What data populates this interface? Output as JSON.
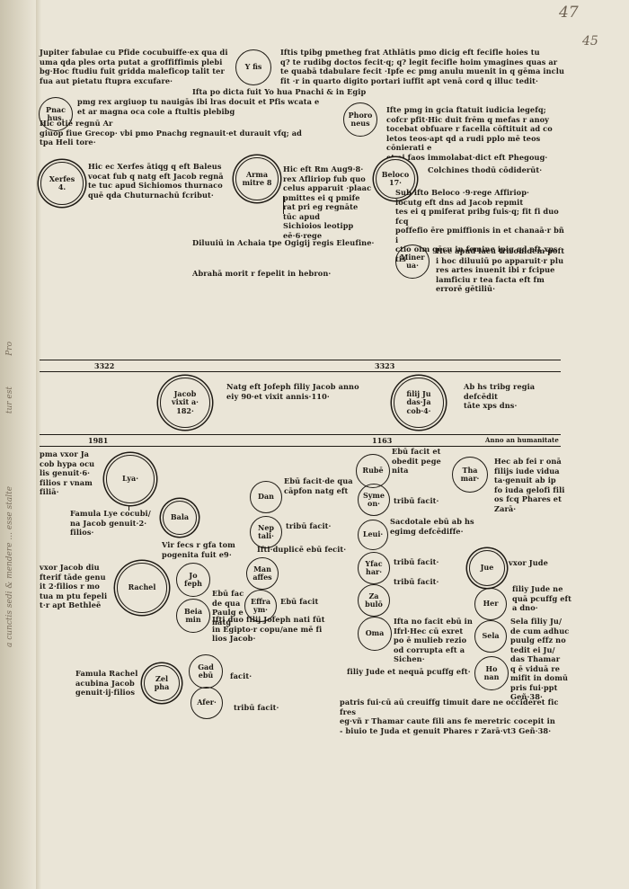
{
  "folio": {
    "manuscript_a": "47",
    "manuscript_b": "45"
  },
  "margin_notes": [
    "Pro",
    "tur est",
    "a cunctis sedi & mendere ... esse stalte"
  ],
  "top": {
    "p1": "Jupiter fabulae cu Pfide cocubuiffe·ex qua di\numa qda ples orta putat a groffiffimis plebi\nbg·Hoc ftudiu fuit gridda maleficop talit ter\nfua aut pietatu ftupra excufare·",
    "p1b": "Ifta po dicta fuit Yo hua Pnachi & in Egip",
    "c_ysis": "Y fis",
    "p2": "Iftis tpibg pmetheg frat Athlātis pmo dicig eft fecifle hoies tu\nq? te rudibg doctos fecit·q; q? legit fecifle hoim ymagines quas ar\nte quabā tdabulare fecit ·Ipfe ec pmg anulu muenit in q gēma inclu\nfit ·r in quarto digito portari iuffit apt venā cord q illuc tedit·",
    "c_pnachus": "Pnac\nhus.",
    "p3": "pmg rex argiuop tu nauigās ibi lras docuit et Pfis wcata e\net ar magna oca cole a ftultis plebibg",
    "p4": "Hic otiē regnū Ar\ngiuop fiue Grecop· vbi pmo Pnachg regnauit·et durauit vfq; ad\ntpa Heli tore·",
    "c_phoroneus": "Phoro\nneus",
    "p5": "Ifte pmg in gcia ftatuit iudicia legefq;\ncofcr pfit·Hic duit frēm q mefas r anoy\ntocebat obfuare r facella cōftituit ad co\nletos teos·apt qd a rudi pplo mē teos cōnierati e\net ei faos immolabat·dict eft Phegoug·",
    "c_xerxes": "Xerfes\n4.",
    "p6": "Hic ec Xerfes ātiqg q eft Baleus\nvocat fub q natg eft Jacob regnā\nte tuc apud Sichiomos thurnaco\nquē qda Chuturnachū fcribut·",
    "c_armamitre": "Arma\nmitre 8",
    "p7": "Hic eft Rm Aug9·8·\nrex Afliriop fub quo\ncelus apparuit ·plaac\npmittes ei q pmife\nrat pri eg regnāte tūc apud\nSichioios leotipp eē·6·rege",
    "c_belocus": "Beloco\n17·",
    "p8": "Colchines thodū cōdiderūt·",
    "p9": "Sub ifto Beloco ·9·rege Affiriop·\nlocutg eft dns ad Jacob repmit\ntes ei q pmiferat pribg fuis·q; fit fi duo fcq\npoffefio ēre pmiffionis in et chanaā·r bñ i\nctio oim gēcu in femine ipig qd eft xps tis",
    "p10": "Diluuiū in Achaia tpe Ogigij regis Eleufine·",
    "c_minerua": "Miner\nua·",
    "p11": "Hec apud lacū triconidem poft\ni hoc diluuiū po apparuit·r plu\nres artes inuenit ibi r fcipue\nlamficiu r tea facta eft fm errorē gētiliū·",
    "p12": "Abrahā morit r fepelit in hebron·"
  },
  "middle": {
    "num_left": "3322",
    "num_right": "3323",
    "c_jacob": "Jacob\nvixit a·\n182·",
    "p13": "Natg eft Jofeph filiy Jacob anno\neiy 90·et vixit annis·110·",
    "c_filiijudas": "filij Ju\ndas·Ja\ncob·4·",
    "p14": "Ab hs tribg regia defcēdit\ntāte xps dns·",
    "num_left2": "1981",
    "num_right2": "1163",
    "anno": "Anno an humanitate"
  },
  "bottom": {
    "p15": "pma vxor Ja\ncob hypa ocu\nlis genuit·6·\nfilios r vnam\nfiliā·",
    "c_lya": "Lya·",
    "c_ruben": "Rubē",
    "p16": "Ebū facit et\nobedit pege\nnita",
    "c_thamar": "Tha\nmar·",
    "p17": "Hec ab fei r onā\nfilijs iude vidua\nta·genuit ab ip\nfo iuda gelofi fili\nos fcq Phares et\nZarā·",
    "c_dan": "Dan",
    "p18": "Ebū facit·de qua\ncāpfon natg eft",
    "c_symeon": "Syme\non·",
    "p19": "tribū facit·",
    "p20": "Famula Lye cocubi/\nna Jacob genuit·2·\nfilios·",
    "c_bala": "Bala",
    "c_neptali": "Nep\ntali·",
    "p21": "tribū facit·",
    "c_leui": "Leui·",
    "p22": "Sacdotale ebū ab hs\negimg defcēdiffe·",
    "p23": "Vir fecs r gfa tom\npogenita fuit e9·",
    "p24": "Ifti·duplicē ebū fecit·",
    "c_ysachar": "Yfac\nhar·",
    "p25": "tribū facit·",
    "c_iude": "Jue",
    "p26": "vxor Jude",
    "p27": "vxor Jacob diu\nfterif tāde genu\nit 2·filios r mo\ntua m ptu fepeli\nt·r apt Bethleē",
    "c_rachel": "Rachel",
    "c_ioseph": "Jo\nfeph",
    "c_manasses": "Man\naffes",
    "p28": "tribū facit·",
    "c_zabulon": "Za\nbulō",
    "c_her": "Her",
    "p29": "filiy Jude ne\nquā pcuffg eft\na dno·",
    "c_beniamin": "Beia\nmin",
    "p30": "Ebū fac\nde qua\nPaulg e\nnatg",
    "c_effraym": "Effra\nym·",
    "p31": "Ebū facit",
    "c_oma": "Oma",
    "p32": "Ifta no facit ebū in\nIfrl·Hec cū exret\npo ē mulieb rezio\nod corrupta eft a Sichen·",
    "c_sela": "Sela",
    "p33": "Sela filiy Ju/\nde cum adhuc\npuulg effz no\ntedit ei Ju/\ndas Thamar\nq ē viduā re\nmifit in domū\npris fui·ppt Geñ·38·",
    "p34": "Ifti duo filij Jofeph nati fūt\nin Egipto·r copu/ane mē fi\nlios Jacob·",
    "c_gad": "Gad\nebū",
    "p35": "facit·",
    "p36": "Famula Rachel\nacubina Jacob\ngenuit·ij·filios",
    "c_zelpha": "Zel\npha",
    "c_aser": "Afer·",
    "p37": "tribū facit·",
    "c_onan": "Ho\nnan",
    "p38": "filiy Jude et nequā pcuffg eft·",
    "p39": "patris fui·cū aū creuiffg timuit dare ne occideret fic fres\neg·vñ r Thamar caute fili ans fe meretric cocepit in\n- biuio te Juda et genuit Phares r Zarā·vt3 Geñ·38·"
  }
}
